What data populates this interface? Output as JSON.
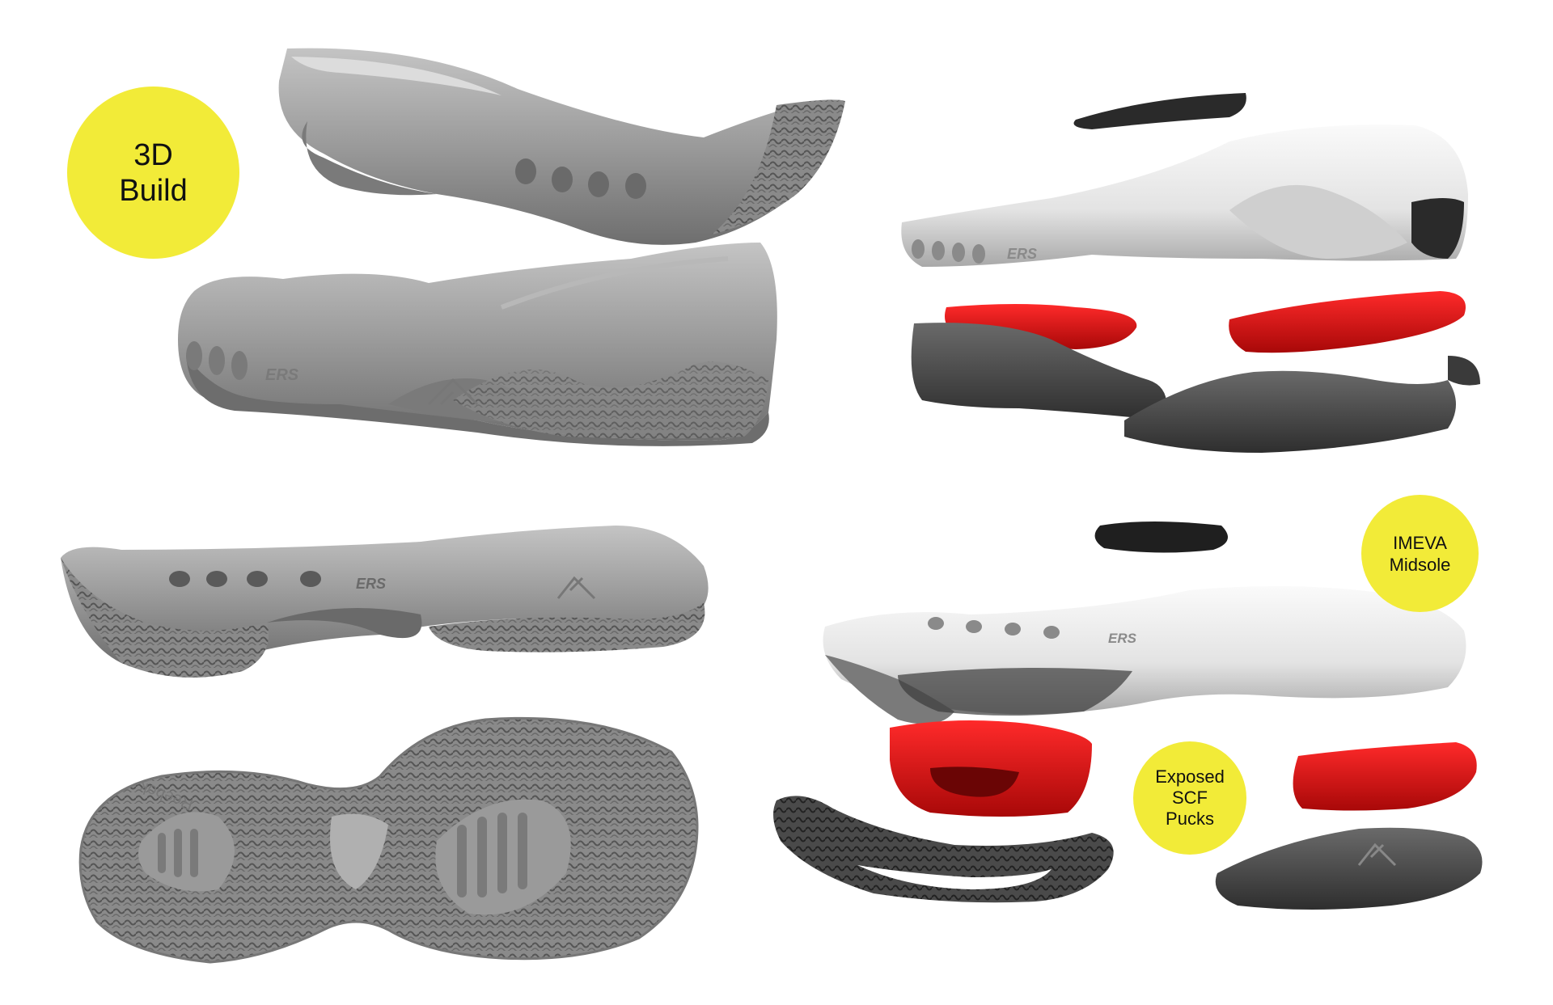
{
  "labels": {
    "build": "3D\nBuild",
    "imeva": "IMEVA\nMidsole",
    "scf": "Exposed\nSCF\nPucks"
  },
  "sole_marks": {
    "ers": "ERS",
    "brand": "Reebok"
  },
  "colors": {
    "background": "#ffffff",
    "callout": "#f2eb38",
    "midsole_grey": "#9c9c9c",
    "outsole_dark": "#4a4a4a",
    "puck_red": "#e01414",
    "midsole_white": "#ececec"
  }
}
